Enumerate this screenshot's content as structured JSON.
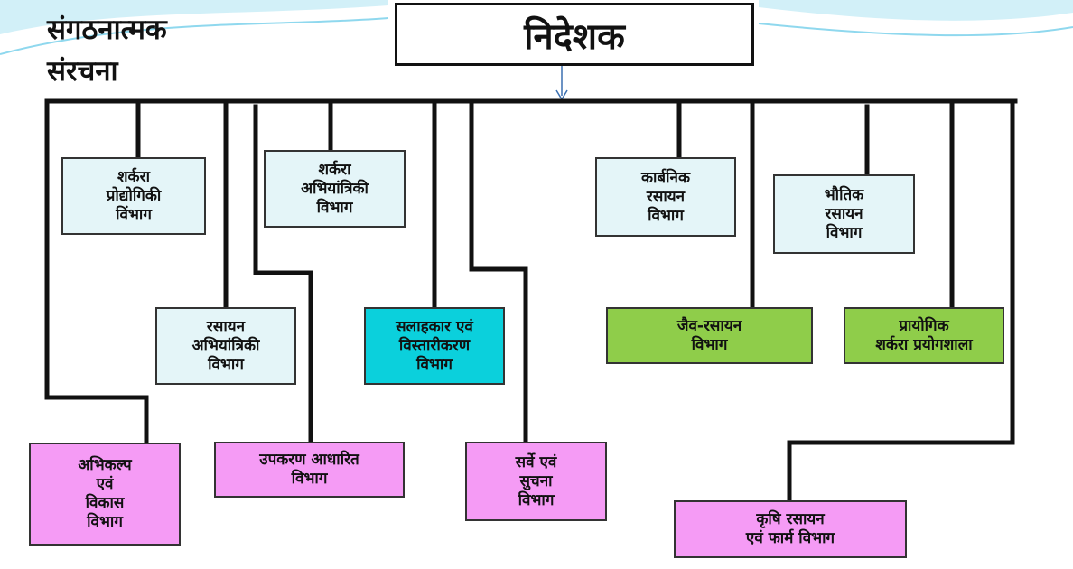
{
  "heading": {
    "line1": "संगठनात्मक",
    "line2": "संरचना"
  },
  "director": {
    "label": "निदेशक"
  },
  "colors": {
    "light_box": "#e4f5f8",
    "advisory_box": "#0bd0dc",
    "green_box": "#8fcd4a",
    "pink_box": "#f59bf5",
    "arrow": "#3a6fb0",
    "wave": "#8fd8ee"
  },
  "departments": {
    "sugar_technology": [
      "शर्करा",
      "प्रोद्योगिकी",
      "विंभाग"
    ],
    "sugar_engineering": [
      "शर्करा",
      "अभियांत्रिकी",
      "विभाग"
    ],
    "organic_chemistry": [
      "कार्बनिक",
      "रसायन",
      "विभाग"
    ],
    "physical_chemistry": [
      "भौतिक",
      "रसायन",
      "विभाग"
    ],
    "chemical_engineering": [
      "रसायन",
      "अभियांत्रिकी",
      "विभाग"
    ],
    "advisory_extension": [
      "सलाहकार एवं",
      "विस्तारीकरण",
      "विभाग"
    ],
    "biochemistry": [
      "जैव-रसायन",
      "विभाग"
    ],
    "experimental_lab": [
      "प्रायोगिक",
      "शर्करा प्रयोगशाला"
    ],
    "design_development": [
      "अभिकल्प",
      "एवं",
      "विकास",
      "विभाग"
    ],
    "instrumentation": [
      "उपकरण आधारित",
      "विभाग"
    ],
    "survey_information": [
      "सर्वे एवं",
      "सुचना",
      "विभाग"
    ],
    "agri_chemistry_farm": [
      "कृषि रसायन",
      "एवं फार्म विभाग"
    ]
  }
}
